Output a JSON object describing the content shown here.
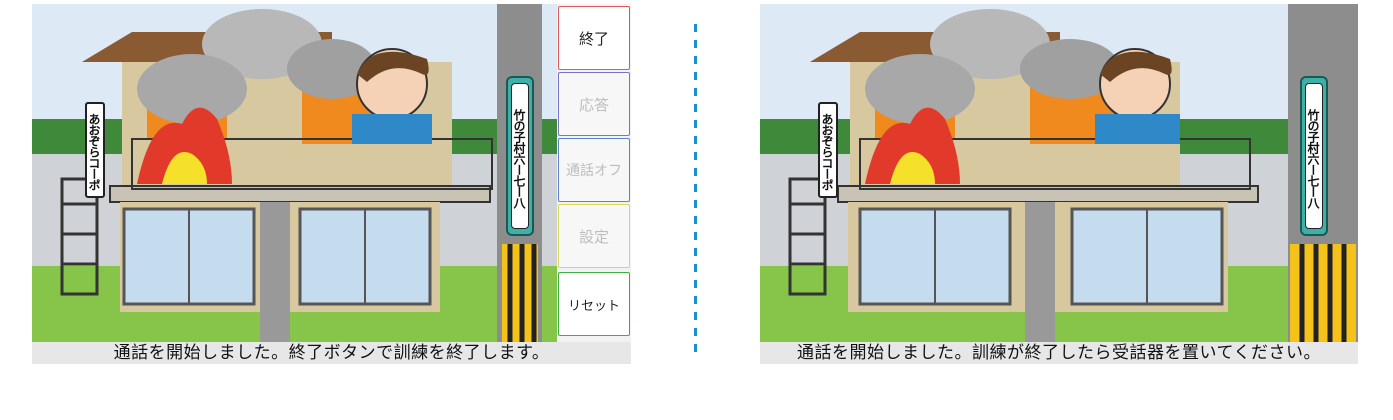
{
  "left": {
    "caption": "通話を開始しました。終了ボタンで訓練を終了します。",
    "sign_apartment": "あおぞらコーポ",
    "sign_address": "竹の子村六ー七ー八",
    "buttons": [
      {
        "label": "終了",
        "color": "#e05555",
        "enabled": true
      },
      {
        "label": "応答",
        "color": "#7c72c8",
        "enabled": false
      },
      {
        "label": "通話オフ",
        "color": "#5f7fcf",
        "enabled": false
      },
      {
        "label": "設定",
        "color": "#d8d860",
        "enabled": false
      },
      {
        "label": "リセット",
        "color": "#3cb043",
        "enabled": true
      }
    ]
  },
  "right": {
    "caption": "通話を開始しました。訓練が終了したら受話器を置いてください。",
    "sign_apartment": "あおぞらコーポ",
    "sign_address": "竹の子村六ー七ー八"
  },
  "colors": {
    "divider": "#1a8fd8",
    "sky": "#dde9f5",
    "grass": "#86c44a",
    "roof": "#8a5a33"
  }
}
